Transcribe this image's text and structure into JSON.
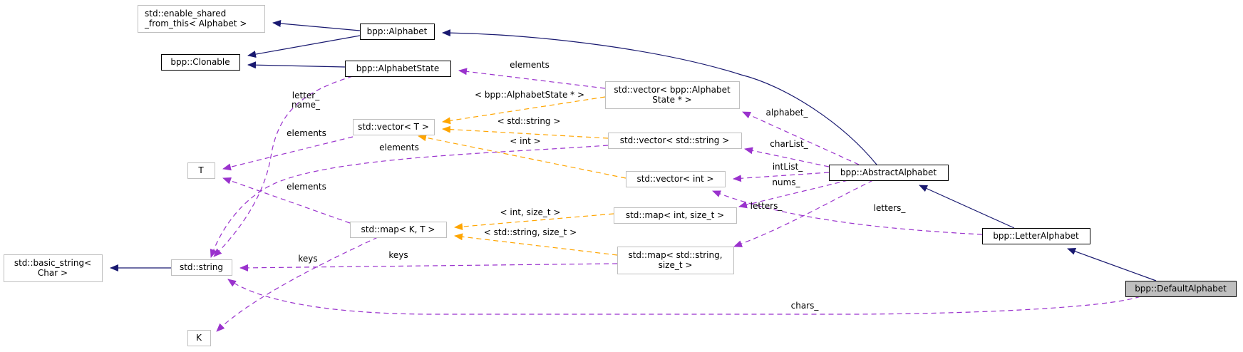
{
  "colors": {
    "inherit": "#191970",
    "member": "#9a32cd",
    "template": "#ffa500",
    "documented_border": "#000000",
    "undocumented_border": "#bfbfbf",
    "highlight_fill": "#bfbfbf"
  },
  "nodes": [
    {
      "id": "enable_shared",
      "lines": [
        "std::enable_shared",
        "_from_this< Alphabet >"
      ],
      "kind": "external"
    },
    {
      "id": "alphabet",
      "lines": [
        "bpp::Alphabet"
      ],
      "kind": "documented"
    },
    {
      "id": "clonable",
      "lines": [
        "bpp::Clonable"
      ],
      "kind": "documented"
    },
    {
      "id": "alphabetstate",
      "lines": [
        "bpp::AlphabetState"
      ],
      "kind": "documented"
    },
    {
      "id": "vec_state",
      "lines": [
        "std::vector< bpp::Alphabet",
        "State * >"
      ],
      "kind": "external"
    },
    {
      "id": "vec_T",
      "lines": [
        "std::vector< T >"
      ],
      "kind": "external"
    },
    {
      "id": "vec_string",
      "lines": [
        "std::vector< std::string >"
      ],
      "kind": "external"
    },
    {
      "id": "T",
      "lines": [
        "T"
      ],
      "kind": "external"
    },
    {
      "id": "vec_int",
      "lines": [
        "std::vector< int >"
      ],
      "kind": "external"
    },
    {
      "id": "abstract",
      "lines": [
        "bpp::AbstractAlphabet"
      ],
      "kind": "documented"
    },
    {
      "id": "map_int",
      "lines": [
        "std::map< int, size_t >"
      ],
      "kind": "external"
    },
    {
      "id": "map_KT",
      "lines": [
        "std::map< K, T >"
      ],
      "kind": "external"
    },
    {
      "id": "letter",
      "lines": [
        "bpp::LetterAlphabet"
      ],
      "kind": "documented"
    },
    {
      "id": "basic_string",
      "lines": [
        "std::basic_string<",
        "Char >"
      ],
      "kind": "external"
    },
    {
      "id": "string",
      "lines": [
        "std::string"
      ],
      "kind": "external"
    },
    {
      "id": "map_string",
      "lines": [
        "std::map< std::string,",
        "size_t >"
      ],
      "kind": "external"
    },
    {
      "id": "default",
      "lines": [
        "bpp::DefaultAlphabet"
      ],
      "kind": "current"
    },
    {
      "id": "K",
      "lines": [
        "K"
      ],
      "kind": "external"
    }
  ],
  "edges": [
    {
      "from": "alphabet",
      "to": "enable_shared",
      "type": "inherit",
      "label": ""
    },
    {
      "from": "alphabet",
      "to": "clonable",
      "type": "inherit",
      "label": ""
    },
    {
      "from": "alphabetstate",
      "to": "clonable",
      "type": "inherit",
      "label": ""
    },
    {
      "from": "abstract",
      "to": "alphabet",
      "type": "inherit",
      "label": ""
    },
    {
      "from": "letter",
      "to": "abstract",
      "type": "inherit",
      "label": ""
    },
    {
      "from": "default",
      "to": "letter",
      "type": "inherit",
      "label": ""
    },
    {
      "from": "string",
      "to": "basic_string",
      "type": "inherit",
      "label": ""
    },
    {
      "from": "vec_state",
      "to": "alphabetstate",
      "type": "member",
      "label": "elements"
    },
    {
      "from": "alphabetstate",
      "to": "string",
      "type": "member",
      "label": "letter_\nname_"
    },
    {
      "from": "vec_state",
      "to": "vec_T",
      "type": "template",
      "label": "< bpp::AlphabetState * >"
    },
    {
      "from": "vec_string",
      "to": "vec_T",
      "type": "template",
      "label": "< std::string >"
    },
    {
      "from": "vec_int",
      "to": "vec_T",
      "type": "template",
      "label": "< int >"
    },
    {
      "from": "vec_T",
      "to": "T",
      "type": "member",
      "label": "elements"
    },
    {
      "from": "vec_string",
      "to": "string",
      "type": "member",
      "label": "elements"
    },
    {
      "from": "map_KT",
      "to": "T",
      "type": "member",
      "label": "elements"
    },
    {
      "from": "abstract",
      "to": "vec_state",
      "type": "member",
      "label": "alphabet_"
    },
    {
      "from": "abstract",
      "to": "vec_string",
      "type": "member",
      "label": "charList_"
    },
    {
      "from": "abstract",
      "to": "vec_int",
      "type": "member",
      "label": "intList_"
    },
    {
      "from": "abstract",
      "to": "map_int",
      "type": "member",
      "label": "nums_"
    },
    {
      "from": "abstract",
      "to": "map_string",
      "type": "member",
      "label": "letters_"
    },
    {
      "from": "letter",
      "to": "vec_int",
      "type": "member",
      "label": "letters_"
    },
    {
      "from": "map_int",
      "to": "map_KT",
      "type": "template",
      "label": "< int, size_t >"
    },
    {
      "from": "map_string",
      "to": "map_KT",
      "type": "template",
      "label": "< std::string, size_t >"
    },
    {
      "from": "map_string",
      "to": "string",
      "type": "member",
      "label": "keys"
    },
    {
      "from": "map_KT",
      "to": "K",
      "type": "member",
      "label": "keys"
    },
    {
      "from": "default",
      "to": "string",
      "type": "member",
      "label": "chars_"
    }
  ]
}
